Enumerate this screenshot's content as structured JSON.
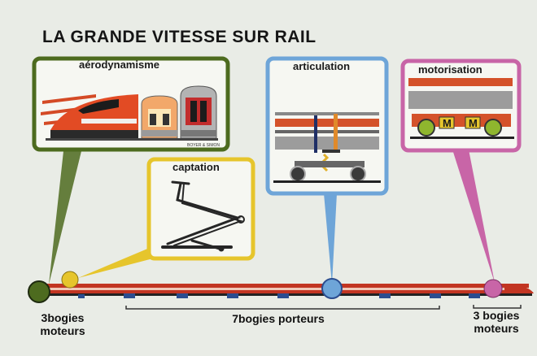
{
  "title": "LA GRANDE VITESSE SUR RAIL",
  "panels": {
    "aero": {
      "label": "aérodynamisme",
      "credit": "BOYER & SIMON"
    },
    "articulation": {
      "label": "articulation"
    },
    "motorisation": {
      "label": "motorisation",
      "motor_label": "M"
    },
    "captation": {
      "label": "captation"
    }
  },
  "bottom_labels": {
    "left_line1": "3bogies",
    "left_line2": "moteurs",
    "center": "7bogies porteurs",
    "right_line1": "3 bogies",
    "right_line2": "moteurs"
  },
  "colors": {
    "aero_frame": "#4d6b1f",
    "articulation_frame": "#6ea5d8",
    "motorisation_frame": "#c865a7",
    "captation_frame": "#e6c52c",
    "train_orange": "#d4522a",
    "train_red": "#c23522"
  }
}
